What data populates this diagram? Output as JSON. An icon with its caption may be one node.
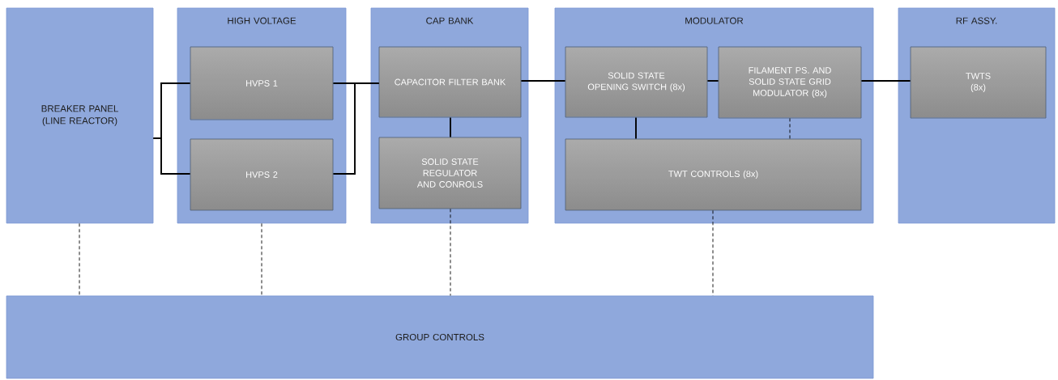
{
  "diagram": {
    "nodes": [
      {
        "text": [
          "BREAKER PANEL (LINE REACTOR)"
        ]
      },
      {
        "text": [
          "HIGH VOLTAGE"
        ]
      },
      {
        "text": [
          "HVPS 1"
        ],
        "in": 1
      },
      {
        "text": [
          "HVPS 2"
        ],
        "in": 1
      },
      {
        "text": [
          "CAP BANK"
        ]
      },
      {
        "text": [
          "CAPACITOR FILTER BANK"
        ],
        "in": 4
      },
      {
        "text": [
          "SOLID STATE REGULATOR AND CONROLS"
        ],
        "in": 4
      },
      {
        "text": [
          "MODULATOR"
        ]
      },
      {
        "text": [
          "SOLID STATE OPENING SWITCH (8x)"
        ],
        "in": 7
      },
      {
        "text": [
          "FILAMENT PS. AND SOLID STATE GRID MODULATOR (8x)"
        ],
        "in": 7
      },
      {
        "text": [
          "TWT CONTROLS (8x)"
        ],
        "in": 7
      },
      {
        "text": [
          "RF ASSY."
        ]
      },
      {
        "text": [
          "TWTS (8x)"
        ],
        "in": 11
      },
      {
        "text": [
          "GROUP CONTROLS"
        ]
      }
    ],
    "edges": [
      {
        "from": 0,
        "to": 2,
        "arrow": "none"
      },
      {
        "from": 0,
        "to": 3,
        "arrow": "none"
      },
      {
        "from": 2,
        "to": 5,
        "arrow": "none"
      },
      {
        "from": 3,
        "to": 5,
        "arrow": "none"
      },
      {
        "from": 5,
        "to": 6,
        "arrow": "none"
      },
      {
        "from": 5,
        "to": 8,
        "arrow": "none"
      },
      {
        "from": 8,
        "to": 9,
        "arrow": "none"
      },
      {
        "from": 9,
        "to": 12,
        "arrow": "none"
      },
      {
        "from": 8,
        "to": 10,
        "arrow": "none"
      },
      {
        "from": 9,
        "to": 10,
        "arrow": "none",
        "style": "dashed"
      },
      {
        "from": 0,
        "to": 13,
        "arrow": "none",
        "style": "dashed"
      },
      {
        "from": 1,
        "to": 13,
        "arrow": "none",
        "style": "dashed"
      },
      {
        "from": 6,
        "to": 13,
        "arrow": "none",
        "style": "dashed"
      },
      {
        "from": 10,
        "to": 13,
        "arrow": "none",
        "style": "dashed"
      }
    ]
  }
}
